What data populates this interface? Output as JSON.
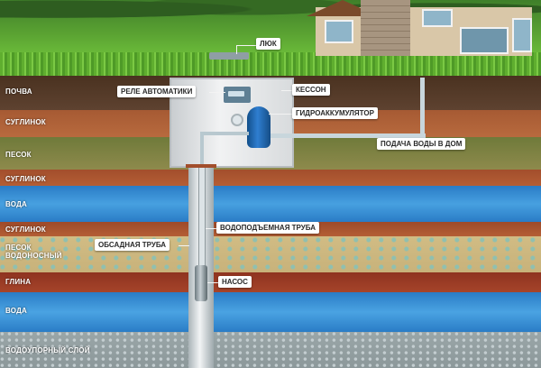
{
  "colors": {
    "sky_grass": "#4f9a2e",
    "grass": "#6cbd3a",
    "soil": "#5a3c28",
    "loam": "#b4643a",
    "sand": "#c7b27a",
    "water": "#2f86d0",
    "clay": "#9a3a22",
    "aquitard": "#9aa6a8",
    "caisson": "#e6e8ea",
    "pipe": "#c8d6dc"
  },
  "layers": [
    {
      "id": "soil",
      "label": "ПОЧВА"
    },
    {
      "id": "loam1",
      "label": "СУГЛИНОК"
    },
    {
      "id": "sand",
      "label": "ПЕСОК"
    },
    {
      "id": "loam2",
      "label": "СУГЛИНОК"
    },
    {
      "id": "water1",
      "label": "ВОДА"
    },
    {
      "id": "loam3",
      "label": "СУГЛИНОК"
    },
    {
      "id": "aquifer",
      "label": "ПЕСОК\nВОДОНОСНЫЙ"
    },
    {
      "id": "clay",
      "label": "ГЛИНА"
    },
    {
      "id": "water2",
      "label": "ВОДА"
    },
    {
      "id": "aquitard",
      "label": "ВОДОУПОРНЫЙ СЛОЙ"
    }
  ],
  "callouts": {
    "hatch": "ЛЮК",
    "relay": "РЕЛЕ АВТОМАТИКИ",
    "caisson": "КЕССОН",
    "accumulator": "ГИДРОАККУМУЛЯТОР",
    "house_supply": "ПОДАЧА ВОДЫ В ДОМ",
    "riser_pipe": "ВОДОПОДЪЕМНАЯ ТРУБА",
    "casing_pipe": "ОБСАДНАЯ ТРУБА",
    "pump": "НАСОС"
  }
}
